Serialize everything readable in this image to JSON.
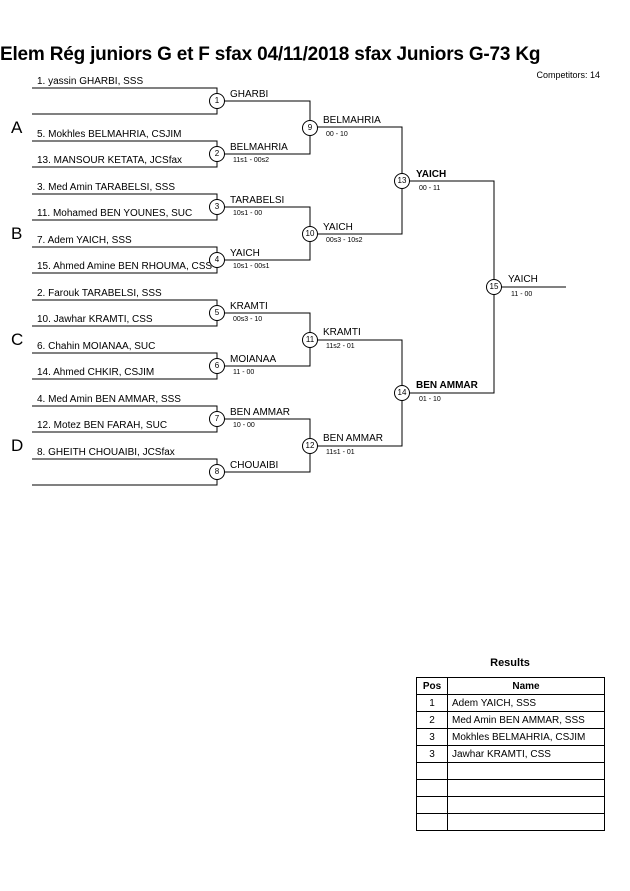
{
  "header": {
    "title": "Elem Rég juniors G et F sfax  04/11/2018  sfax   Juniors G-73 Kg",
    "competitors": "Competitors: 14"
  },
  "pools": [
    "A",
    "B",
    "C",
    "D"
  ],
  "entries": [
    "1. yassin GHARBI, SSS",
    "5. Mokhles BELMAHRIA, CSJIM",
    "13. MANSOUR KETATA, JCSfax",
    "3. Med Amin TARABELSI, SSS",
    "11. Mohamed BEN YOUNES, SUC",
    "7. Adem YAICH, SSS",
    "15. Ahmed Amine BEN RHOUMA, CSS",
    "2. Farouk TARABELSI, SSS",
    "10. Jawhar KRAMTI, CSS",
    "6. Chahin MOIANAA, SUC",
    "14. Ahmed CHKIR, CSJIM",
    "4. Med Amin BEN AMMAR, SSS",
    "12. Motez BEN FARAH, SUC",
    "8. GHEITH CHOUAIBI, JCSfax"
  ],
  "matches": [
    {
      "no": "1",
      "winner": "GHARBI",
      "score": ""
    },
    {
      "no": "2",
      "winner": "BELMAHRIA",
      "score": "11s1 - 00s2"
    },
    {
      "no": "3",
      "winner": "TARABELSI",
      "score": "10s1 - 00"
    },
    {
      "no": "4",
      "winner": "YAICH",
      "score": "10s1 - 00s1"
    },
    {
      "no": "5",
      "winner": "KRAMTI",
      "score": "00s3 - 10"
    },
    {
      "no": "6",
      "winner": "MOIANAA",
      "score": "11 - 00"
    },
    {
      "no": "7",
      "winner": "BEN AMMAR",
      "score": "10 - 00"
    },
    {
      "no": "8",
      "winner": "CHOUAIBI",
      "score": ""
    },
    {
      "no": "9",
      "winner": "BELMAHRIA",
      "score": "00 - 10"
    },
    {
      "no": "10",
      "winner": "YAICH",
      "score": "00s3 - 10s2"
    },
    {
      "no": "11",
      "winner": "KRAMTI",
      "score": "11s2 - 01"
    },
    {
      "no": "12",
      "winner": "BEN AMMAR",
      "score": "11s1 - 01"
    },
    {
      "no": "13",
      "winner": "YAICH",
      "score": "00 - 11"
    },
    {
      "no": "14",
      "winner": "BEN AMMAR",
      "score": "01 - 10"
    },
    {
      "no": "15",
      "winner": "YAICH",
      "score": "11 - 00"
    }
  ],
  "results": {
    "title": "Results",
    "headers": [
      "Pos",
      "Name"
    ],
    "rows": [
      [
        "1",
        "Adem YAICH, SSS"
      ],
      [
        "2",
        "Med Amin BEN AMMAR, SSS"
      ],
      [
        "3",
        "Mokhles BELMAHRIA, CSJIM"
      ],
      [
        "3",
        "Jawhar KRAMTI, CSS"
      ],
      [
        "",
        ""
      ],
      [
        "",
        ""
      ],
      [
        "",
        ""
      ],
      [
        "",
        ""
      ]
    ]
  }
}
